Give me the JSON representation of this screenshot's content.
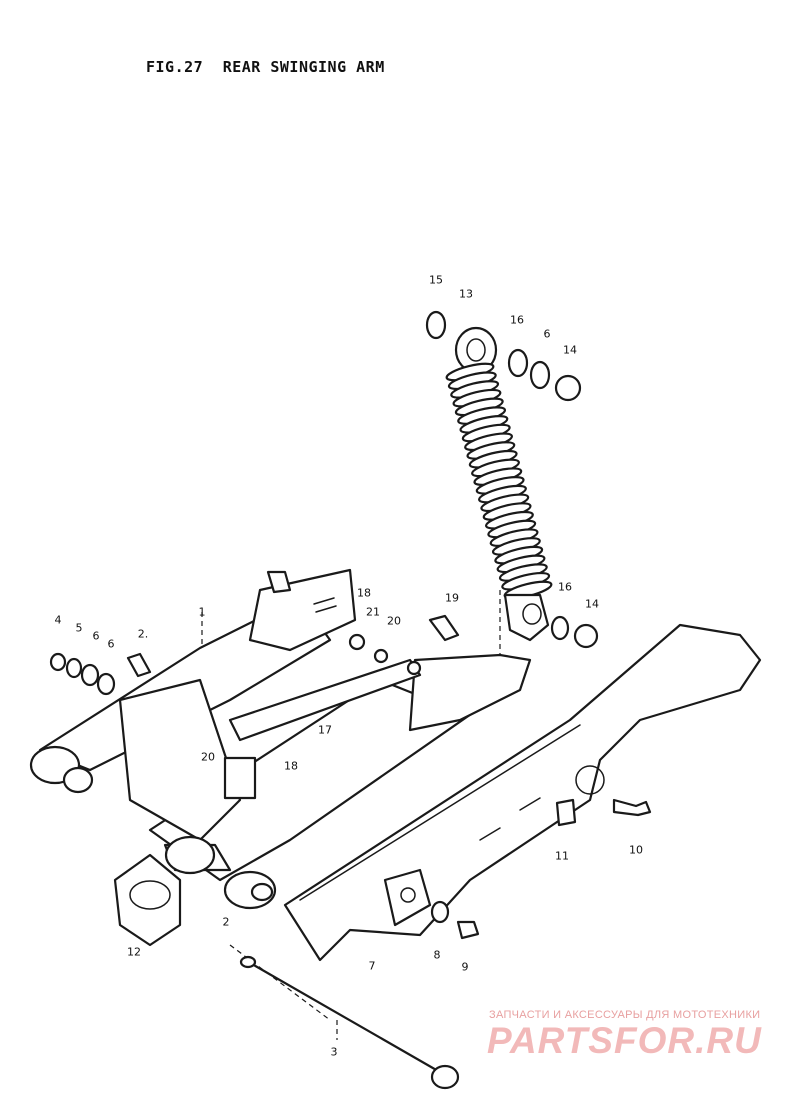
{
  "figure": {
    "number": "FIG.27",
    "title": "REAR SWINGING ARM"
  },
  "callouts": [
    {
      "id": "c1",
      "label": "1"
    },
    {
      "id": "c2a",
      "label": "2."
    },
    {
      "id": "c2b",
      "label": "2"
    },
    {
      "id": "c3",
      "label": "3"
    },
    {
      "id": "c4",
      "label": "4"
    },
    {
      "id": "c5",
      "label": "5"
    },
    {
      "id": "c6a",
      "label": "6"
    },
    {
      "id": "c6b",
      "label": "6"
    },
    {
      "id": "c6c",
      "label": "6"
    },
    {
      "id": "c7",
      "label": "7"
    },
    {
      "id": "c8",
      "label": "8"
    },
    {
      "id": "c9",
      "label": "9"
    },
    {
      "id": "c10",
      "label": "10"
    },
    {
      "id": "c11",
      "label": "11"
    },
    {
      "id": "c12",
      "label": "12"
    },
    {
      "id": "c13",
      "label": "13"
    },
    {
      "id": "c14a",
      "label": "14"
    },
    {
      "id": "c14b",
      "label": "14"
    },
    {
      "id": "c15",
      "label": "15"
    },
    {
      "id": "c16a",
      "label": "16"
    },
    {
      "id": "c16b",
      "label": "16"
    },
    {
      "id": "c17",
      "label": "17"
    },
    {
      "id": "c18a",
      "label": "18"
    },
    {
      "id": "c18b",
      "label": "18"
    },
    {
      "id": "c19",
      "label": "19"
    },
    {
      "id": "c20a",
      "label": "20"
    },
    {
      "id": "c20b",
      "label": "20"
    },
    {
      "id": "c21",
      "label": "21"
    }
  ],
  "watermark": {
    "tagline": "ЗАПЧАСТИ И АКСЕССУАРЫ ДЛЯ МОТОТЕХНИКИ",
    "brand": "PARTSFOR.RU",
    "color": "#f2b9b9"
  }
}
